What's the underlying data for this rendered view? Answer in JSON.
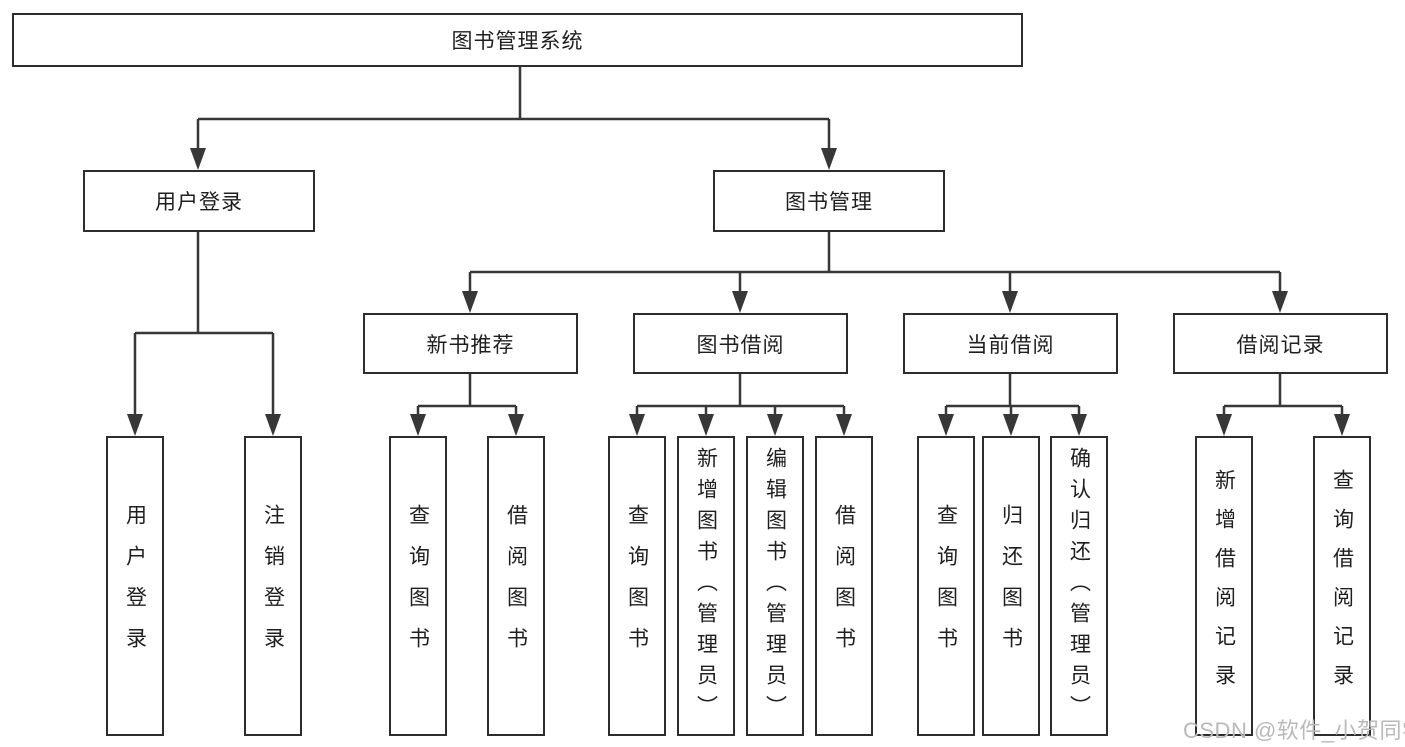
{
  "root": {
    "label": "图书管理系统"
  },
  "user_login": {
    "label": "用户登录",
    "leaves": [
      "用户登录",
      "注销登录"
    ]
  },
  "book_mgmt": {
    "label": "图书管理",
    "groups": [
      {
        "label": "新书推荐",
        "leaves": [
          "查询图书",
          "借阅图书"
        ]
      },
      {
        "label": "图书借阅",
        "leaves": [
          "查询图书",
          "新增图书（管理员）",
          "编辑图书（管理员）",
          "借阅图书"
        ]
      },
      {
        "label": "当前借阅",
        "leaves": [
          "查询图书",
          "归还图书",
          "确认归还（管理员）"
        ]
      },
      {
        "label": "借阅记录",
        "leaves": [
          "新增借阅记录",
          "查询借阅记录"
        ]
      }
    ]
  },
  "watermark": "CSDN @软件_小贺同学",
  "colors": {
    "line": "#373737",
    "box_border": "#2d2d2d",
    "text": "#1f1f1f",
    "watermark": "#b9b9b9",
    "background": "#ffffff"
  }
}
